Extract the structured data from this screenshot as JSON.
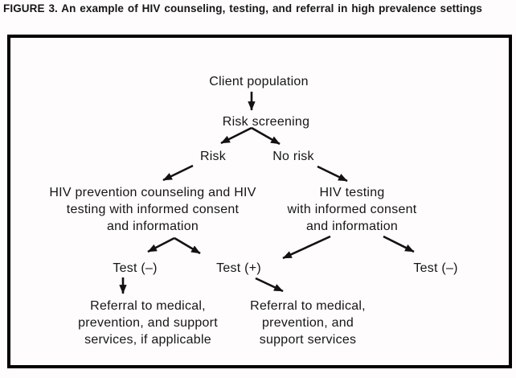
{
  "figure": {
    "title": "FIGURE 3. An example of HIV counseling, testing, and referral in high prevalence settings"
  },
  "flowchart": {
    "nodes": {
      "client_population": "Client population",
      "risk_screening": "Risk screening",
      "risk": "Risk",
      "no_risk": "No risk",
      "counseling_testing": [
        "HIV prevention counseling and HIV",
        "testing with informed consent",
        "and information"
      ],
      "testing_only": [
        "HIV testing",
        "with informed consent",
        "and information"
      ],
      "test_negative_left": "Test (–)",
      "test_positive": "Test (+)",
      "test_negative_right": "Test (–)",
      "referral_left": [
        "Referral to medical,",
        "prevention, and support",
        "services, if applicable"
      ],
      "referral_right": [
        "Referral to medical,",
        "prevention, and",
        "support services"
      ]
    },
    "colors": {
      "text": "#161616",
      "arrow": "#121212",
      "border": "#000000",
      "background": "#fefcfd"
    }
  }
}
